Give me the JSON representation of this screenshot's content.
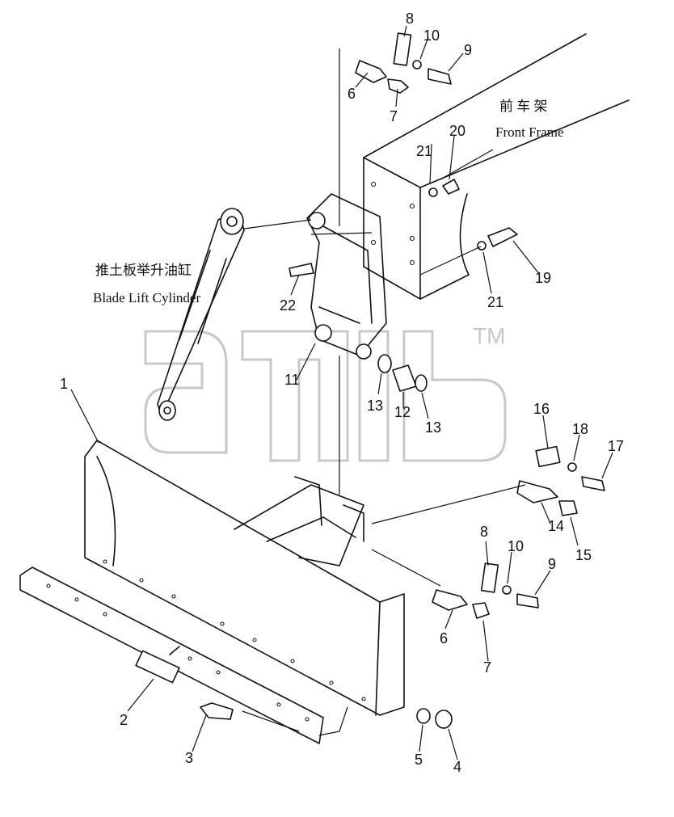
{
  "labels": {
    "front_frame_cn": "前 车 架",
    "front_frame_en": "Front Frame",
    "cylinder_cn": "推土板举升油缸",
    "cylinder_en": "Blade Lift Cylinder"
  },
  "watermark": {
    "trademark": "TM"
  },
  "callouts": {
    "c1": "1",
    "c2": "2",
    "c3": "3",
    "c4": "4",
    "c5": "5",
    "c6a": "6",
    "c6b": "6",
    "c7a": "7",
    "c7b": "7",
    "c8a": "8",
    "c8b": "8",
    "c9a": "9",
    "c9b": "9",
    "c10a": "10",
    "c10b": "10",
    "c11": "11",
    "c12": "12",
    "c13a": "13",
    "c13b": "13",
    "c14": "14",
    "c15": "15",
    "c16": "16",
    "c17": "17",
    "c18": "18",
    "c19": "19",
    "c20": "20",
    "c21a": "21",
    "c21b": "21",
    "c22": "22"
  },
  "colors": {
    "line": "#111111",
    "watermark": "#c8c8c8",
    "background": "#ffffff"
  }
}
